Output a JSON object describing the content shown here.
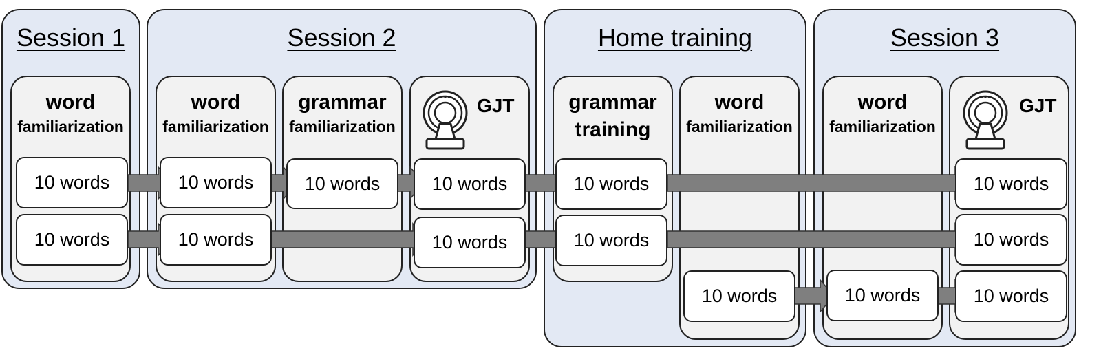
{
  "sessions": [
    {
      "title": "Session 1"
    },
    {
      "title": "Session 2"
    },
    {
      "title": "Home training"
    },
    {
      "title": "Session 3"
    }
  ],
  "stages": {
    "s1_word": {
      "line1": "word",
      "line2": "familiarization"
    },
    "s2_word": {
      "line1": "word",
      "line2": "familiarization"
    },
    "s2_grammar": {
      "line1": "grammar",
      "line2": "familiarization"
    },
    "s2_gjt": {
      "label": "GJT"
    },
    "home_grammar": {
      "line1": "grammar",
      "line2": "training"
    },
    "home_word": {
      "line1": "word",
      "line2": "familiarization"
    },
    "s3_word": {
      "line1": "word",
      "line2": "familiarization"
    },
    "s3_gjt": {
      "label": "GJT"
    }
  },
  "word_block_label": "10 words",
  "colors": {
    "session_bg": "#e3e9f4",
    "stage_bg": "#f2f2f2",
    "arrow": "#7f7f7f"
  },
  "icons": [
    "mri-scanner-icon"
  ]
}
